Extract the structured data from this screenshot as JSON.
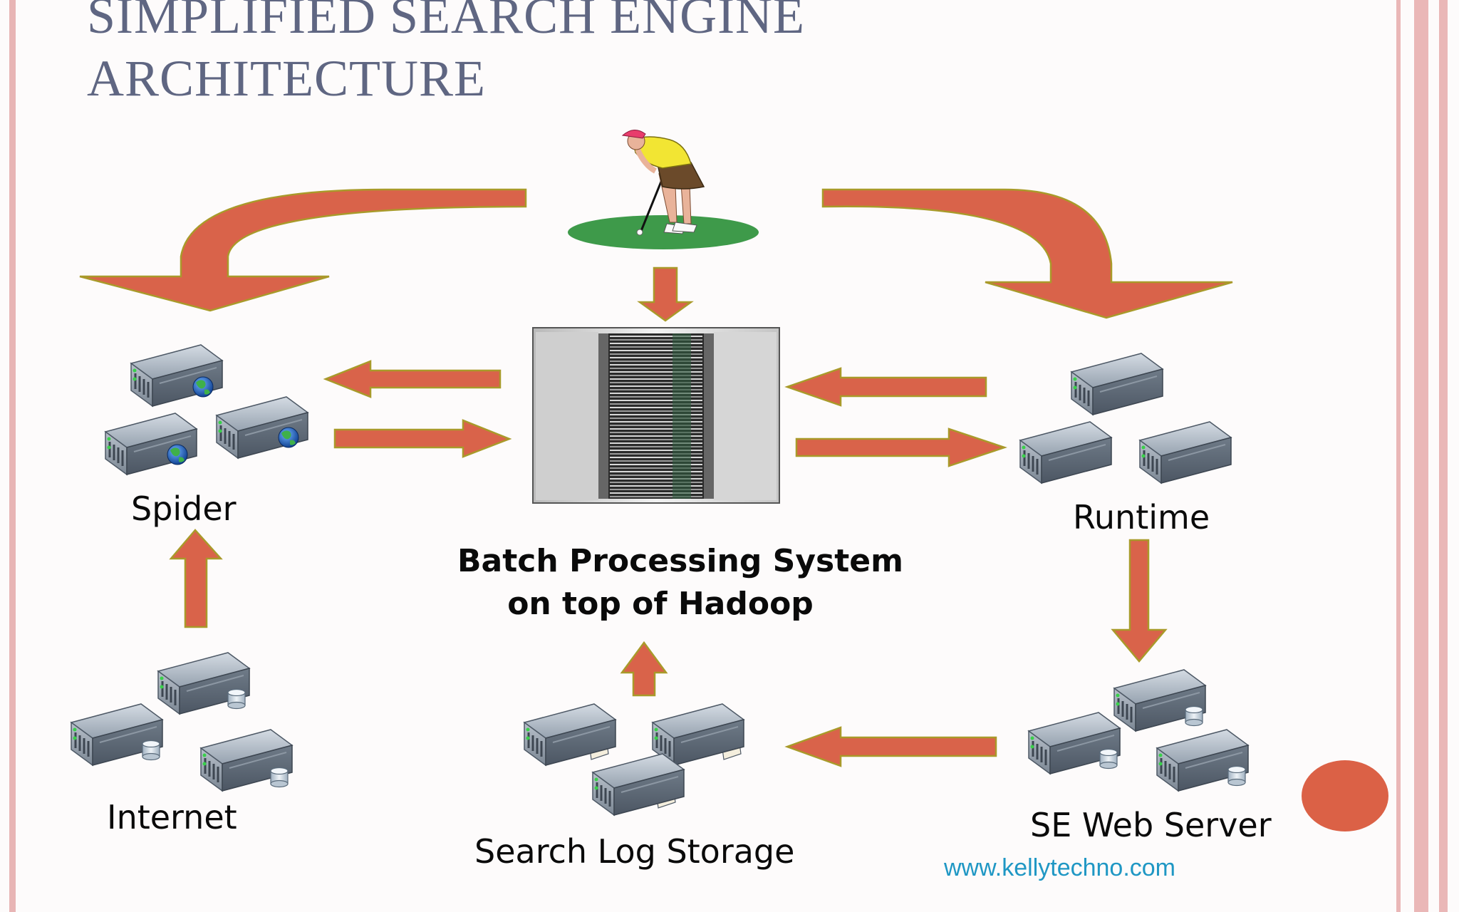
{
  "slide": {
    "title_line1": "SIMPLIFIED SEARCH ENGINE",
    "title_line2": "ARCHITECTURE"
  },
  "nodes": {
    "spider": "Spider",
    "runtime": "Runtime",
    "batch_line1": "Batch Processing System",
    "batch_line2": "on top of Hadoop",
    "internet": "Internet",
    "search_log": "Search Log Storage",
    "se_web": "SE Web Server"
  },
  "footer": {
    "website": "www.kellytechno.com"
  },
  "colors": {
    "arrow_fill": "#d9634a",
    "arrow_stroke": "#a99a2a",
    "title": "#5f6682",
    "green": "#3e9a4a",
    "accent_circle": "#db6146",
    "link": "#1f97c4"
  },
  "icons": [
    "golfer-illustration",
    "hadoop-cluster-rack",
    "web-server-icon",
    "database-server-icon",
    "storage-server-icon"
  ]
}
